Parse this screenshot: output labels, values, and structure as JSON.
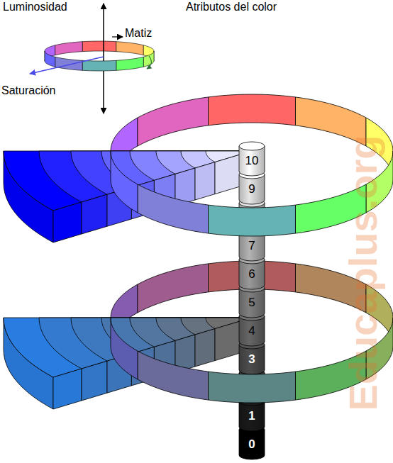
{
  "diagram": {
    "title": "Atributos del color",
    "labels": [
      "Luminosidad",
      "Matiz",
      "Saturación",
      "10",
      "9",
      "7",
      "6",
      "5",
      "4",
      "3",
      "1",
      "0",
      "Educaplus.org"
    ]
  }
}
